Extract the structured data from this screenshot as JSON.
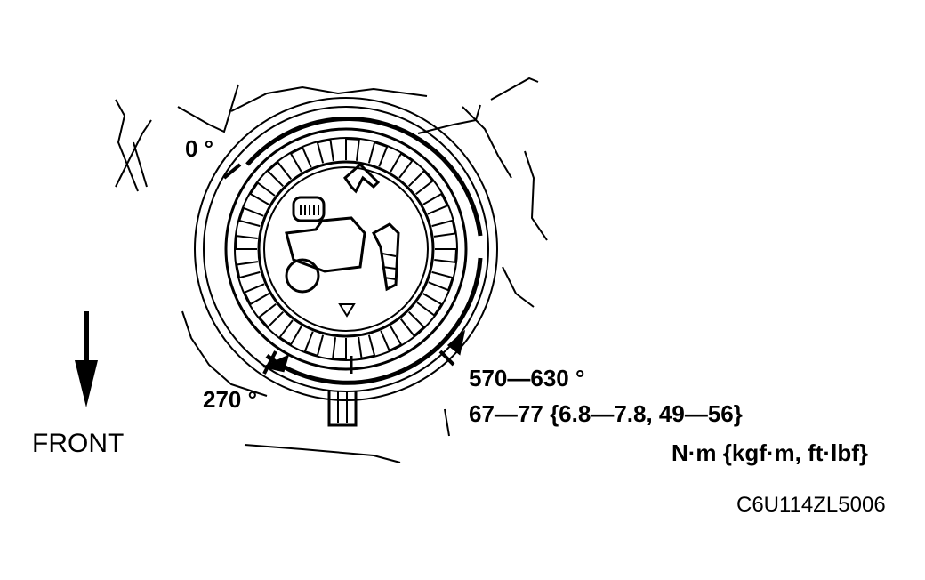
{
  "labels": {
    "angle_start": "0 °",
    "angle_mark": "270 °",
    "angle_range": "570—630 °",
    "torque_values": "67—77 {6.8—7.8, 49—56}",
    "torque_units": "N·m {kgf·m, ft·lbf}",
    "direction": "FRONT",
    "figure_code": "C6U114ZL5006"
  },
  "colors": {
    "ink": "#000000",
    "paper": "#ffffff"
  },
  "icons": {
    "front_arrow": "arrow-down-icon",
    "connector": "connector-icon",
    "marker": "triangle-marker-icon"
  }
}
